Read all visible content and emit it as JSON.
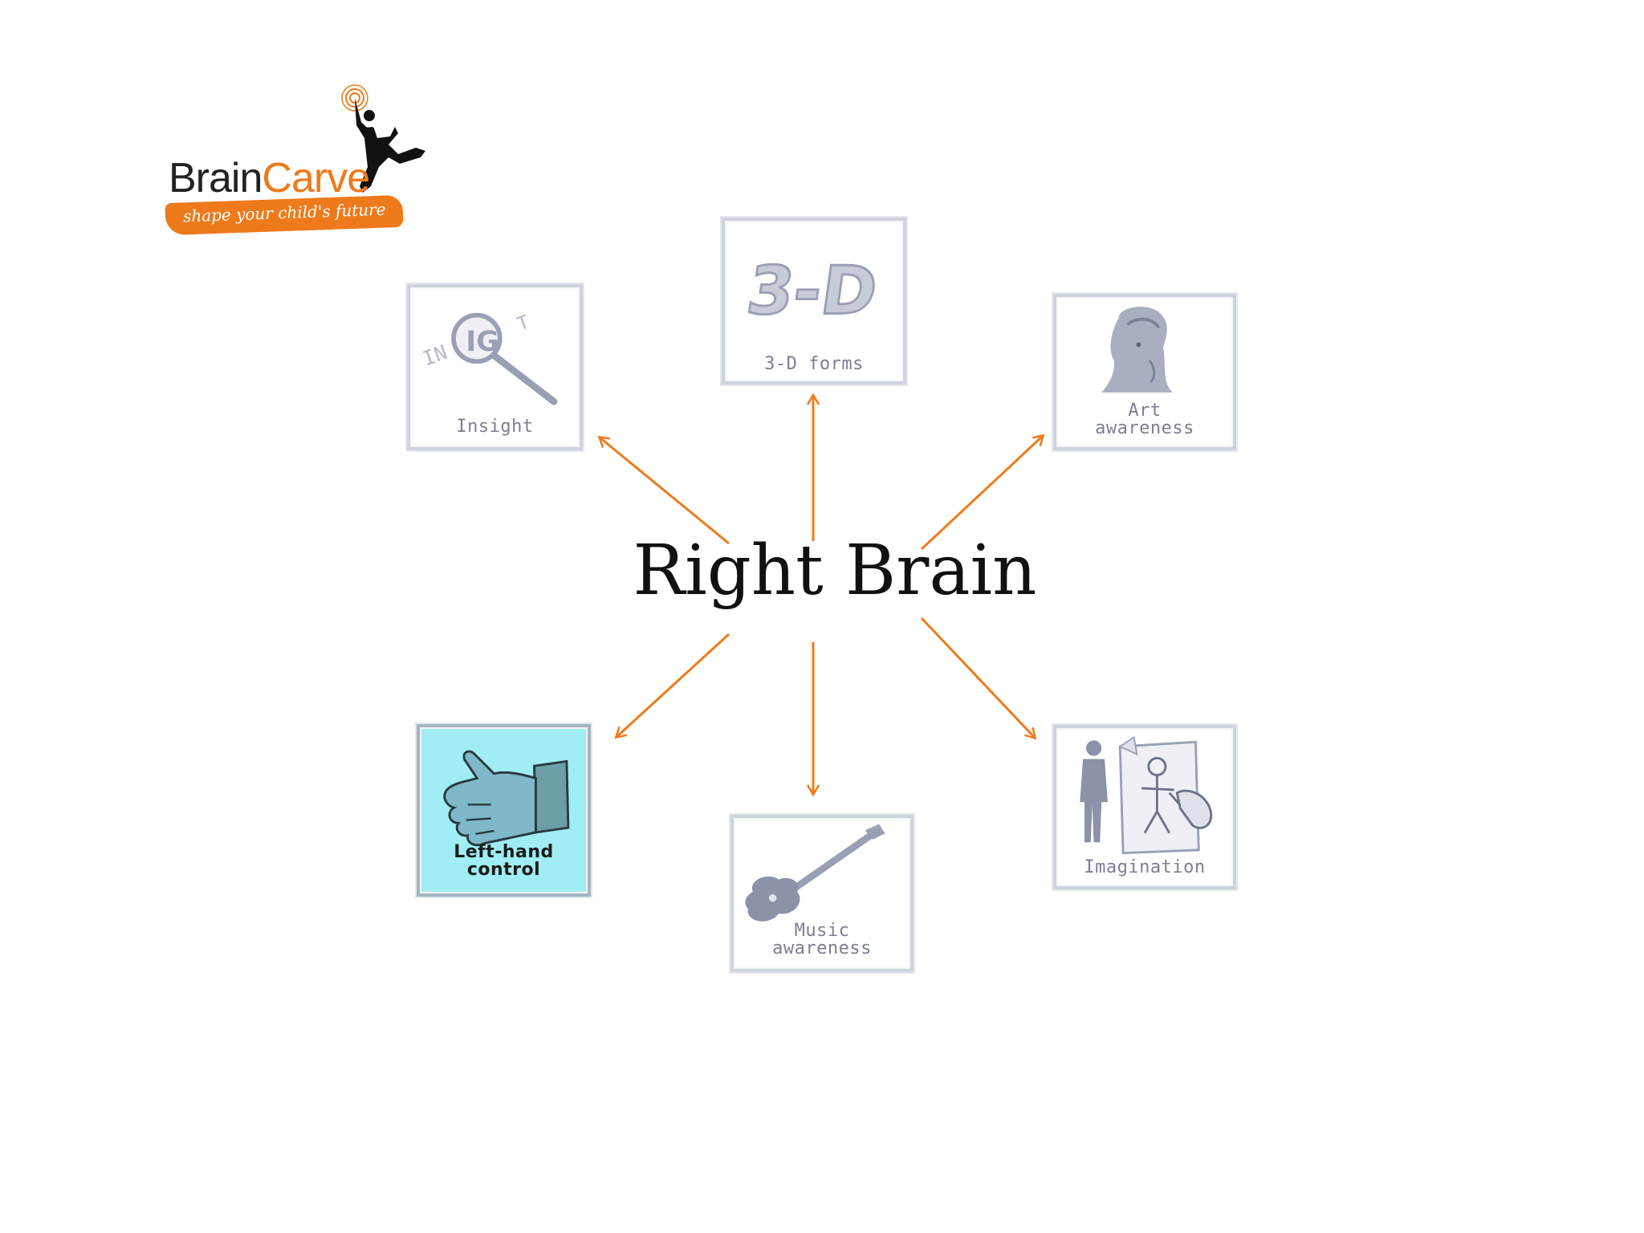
{
  "logo": {
    "brand_part1": "Brain",
    "brand_part2": "Carve",
    "tagline": "shape your child's future"
  },
  "center": {
    "title": "Right Brain"
  },
  "nodes": [
    {
      "id": "insight",
      "label": "Insight",
      "art_text": "INSIGHT"
    },
    {
      "id": "3d",
      "label": "3-D forms",
      "art_text": "3-D"
    },
    {
      "id": "art",
      "label_line1": "Art",
      "label_line2": "awareness"
    },
    {
      "id": "left-hand",
      "label_line1": "Left-hand",
      "label_line2": "control"
    },
    {
      "id": "music",
      "label_line1": "Music",
      "label_line2": "awareness"
    },
    {
      "id": "imagination",
      "label": "Imagination"
    }
  ],
  "colors": {
    "arrow": "#ee7a1c",
    "card_border": "#cfd3de",
    "card_cyan": "#a0eef4",
    "brand_orange": "#ee7a1c",
    "icon_gray": "#9aa0b4"
  }
}
